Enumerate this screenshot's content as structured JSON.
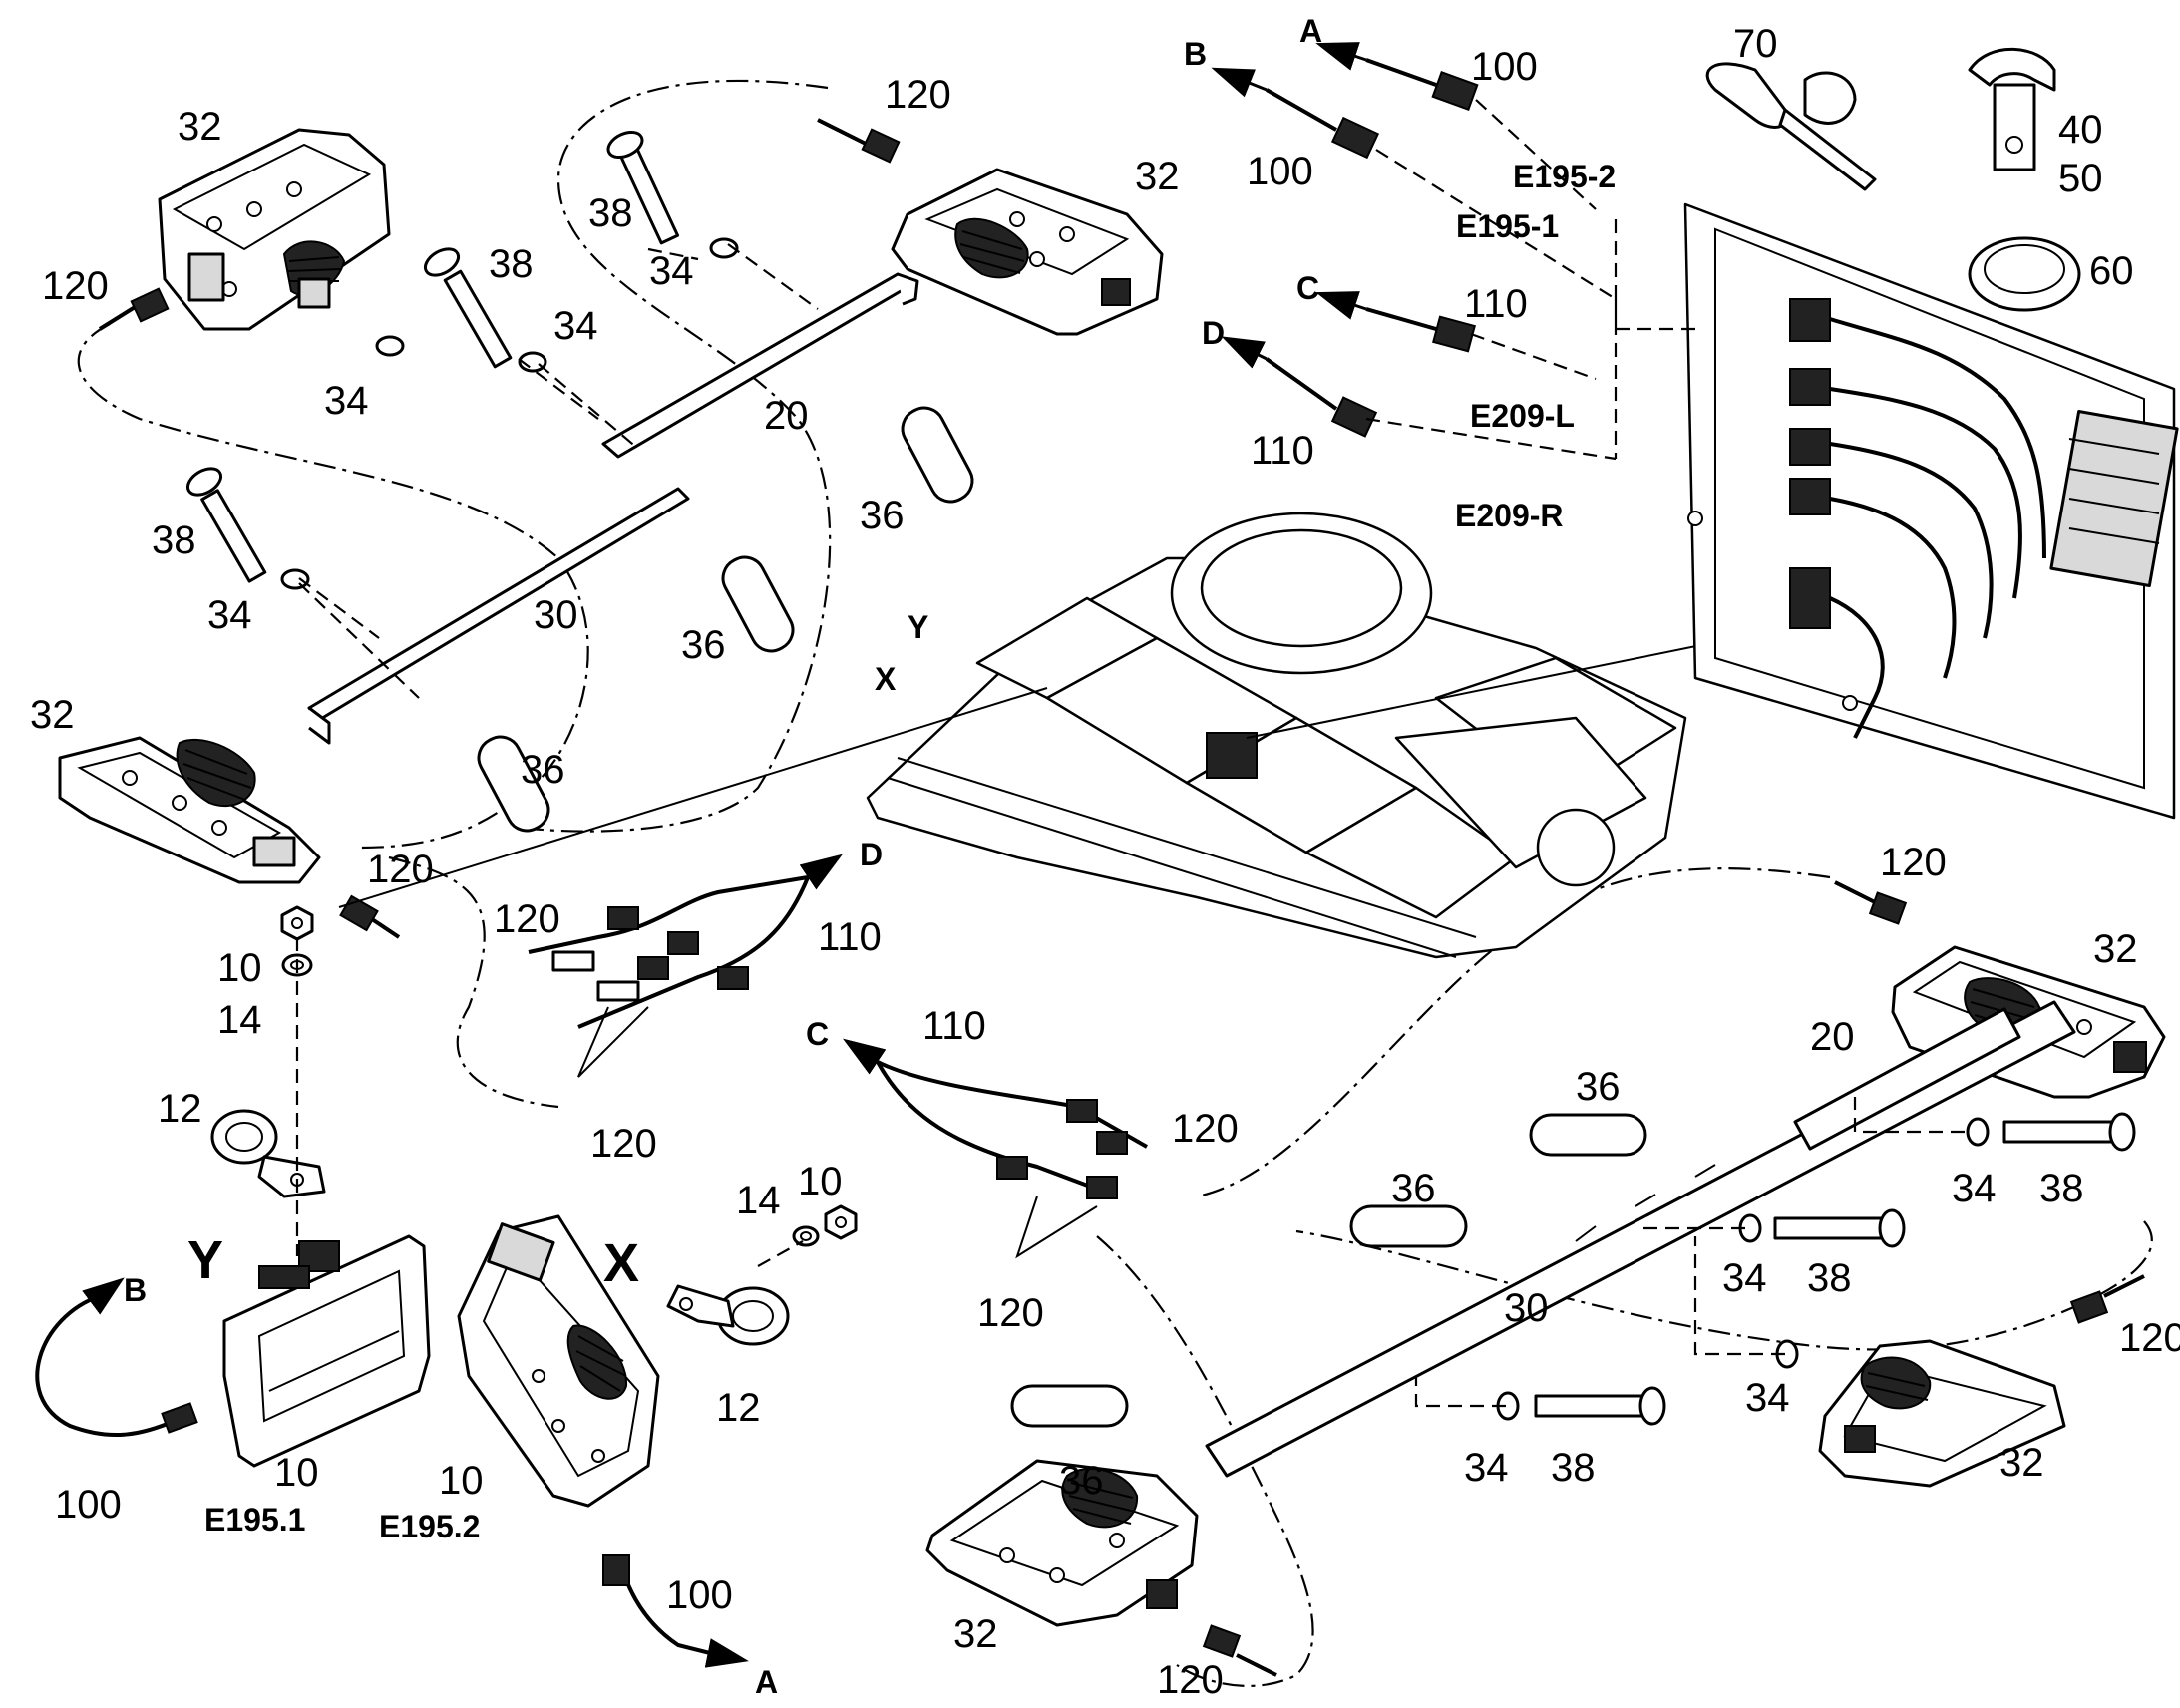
{
  "labels": {
    "n32": "32",
    "n120": "120",
    "n34": "34",
    "n38": "38",
    "n36": "36",
    "n20": "20",
    "n30": "30",
    "n10": "10",
    "n14": "14",
    "n12": "12",
    "n100": "100",
    "n110": "110",
    "n70": "70",
    "n40": "40",
    "n50": "50",
    "n60": "60"
  },
  "connectors": {
    "e195_2": "E195-2",
    "e195_1": "E195-1",
    "e209_l": "E209-L",
    "e209_r": "E209-R",
    "e195_1_dot": "E195.1",
    "e195_2_dot": "E195.2"
  },
  "views": {
    "x": "X",
    "y": "Y"
  },
  "arrows": {
    "a": "A",
    "b": "B",
    "c": "C",
    "d": "D"
  }
}
